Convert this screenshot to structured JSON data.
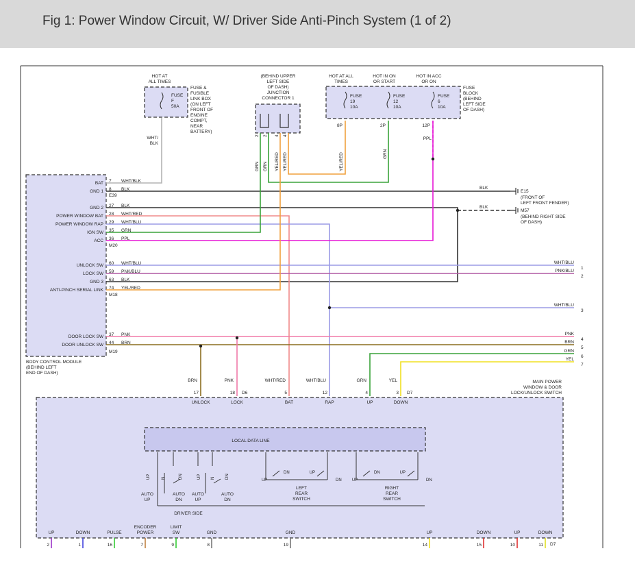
{
  "header": {
    "title": "Fig 1: Power Window Circuit, W/ Driver Side Anti-Pinch System (1 of 2)"
  },
  "wire_colors": {
    "WHT/BLK": "#b4b4b4",
    "BLK": "#333333",
    "WHT/RED": "#f08a8a",
    "WHT/BLU": "#9b9be6",
    "GRN": "#3aa33a",
    "PPL": "#e619d6",
    "PNK/BLU": "#b05aa3",
    "YEL/RED": "#f0a03c",
    "PNK": "#f07aa8",
    "BRN": "#8a6d1e",
    "YEL": "#f0e020",
    "ORN": "#f08c28",
    "PULSE": "#33cc33"
  },
  "top": {
    "hot_at_all_times_1": [
      "HOT AT",
      "ALL TIMES"
    ],
    "fuse_f": [
      "FUSE",
      "F",
      "50A"
    ],
    "fusible_link_box_note": [
      "FUSE &",
      "FUSIBLE",
      "LINK BOX",
      "(ON LEFT",
      "FRONT OF",
      "ENGINE",
      "COMPT,",
      "NEAR",
      "BATTERY)"
    ],
    "wht_blk_label": [
      "WHT/",
      "BLK"
    ],
    "junction_connector_note": [
      "(BEHIND UPPER",
      "LEFT SIDE",
      "OF DASH)",
      "JUNCTION",
      "CONNECTOR 1"
    ],
    "jc_pins": [
      "2",
      "2",
      "4",
      "4"
    ],
    "jc_wires": [
      "GRN",
      "GRN",
      "YEL/RED",
      "YEL/RED"
    ],
    "fuse_block_heads": [
      [
        "HOT AT ALL",
        "TIMES"
      ],
      [
        "HOT IN ON",
        "OR START"
      ],
      [
        "HOT IN ACC",
        "OR ON"
      ]
    ],
    "fuses": [
      [
        "FUSE",
        "19",
        "10A"
      ],
      [
        "FUSE",
        "12",
        "10A"
      ],
      [
        "FUSE",
        "6",
        "10A"
      ]
    ],
    "fuse_pins": [
      "8P",
      "2P",
      "12P"
    ],
    "fuse_block_note": [
      "FUSE",
      "BLOCK",
      "(BEHIND",
      "LEFT SIDE",
      "OF DASH)"
    ],
    "vertical_wire_labels": [
      "YEL/RED",
      "GRN",
      "PPL"
    ]
  },
  "bcm": {
    "pins": [
      {
        "label": "BAT",
        "pin": "7",
        "wire": "WHT/BLK"
      },
      {
        "label": "GND 1",
        "pin": "8",
        "wire": "BLK"
      },
      {
        "label": "GND 2",
        "pin": "27",
        "wire": "BLK"
      },
      {
        "label": "POWER WINDOW BAT",
        "pin": "28",
        "wire": "WHT/RED"
      },
      {
        "label": "POWER WINDOW RAP",
        "pin": "29",
        "wire": "WHT/BLU"
      },
      {
        "label": "IGN SW",
        "pin": "35",
        "wire": "GRN"
      },
      {
        "label": "ACC",
        "pin": "36",
        "wire": "PPL"
      },
      {
        "label": "UNLOCK SW",
        "pin": "60",
        "wire": "WHT/BLU"
      },
      {
        "label": "LOCK SW",
        "pin": "59",
        "wire": "PNK/BLU"
      },
      {
        "label": "GND 3",
        "pin": "63",
        "wire": "BLK"
      },
      {
        "label": "ANTI-PINCH SERIAL LINK",
        "pin": "74",
        "wire": "YEL/RED"
      },
      {
        "label": "DOOR LOCK SW",
        "pin": "37",
        "wire": "PNK"
      },
      {
        "label": "DOOR UNLOCK SW",
        "pin": "44",
        "wire": "BRN"
      }
    ],
    "connectors": [
      "E39",
      "M20",
      "M18",
      "M19"
    ],
    "note": [
      "BODY CONTROL MODULE",
      "(BEHIND LEFT",
      "END OF DASH)"
    ]
  },
  "grounds": {
    "e15": {
      "wire": "BLK",
      "name": "E15",
      "desc": [
        "(FRONT OF",
        "LEFT FRONT FENDER)"
      ]
    },
    "m57": {
      "wire": "BLK",
      "name": "M57",
      "desc": [
        "(BEHIND RIGHT SIDE",
        "OF DASH)"
      ]
    }
  },
  "right_exits": [
    {
      "wire": "WHT/BLU",
      "num": "1"
    },
    {
      "wire": "PNK/BLU",
      "num": "2"
    },
    {
      "wire": "WHT/BLU",
      "num": "3"
    },
    {
      "wire": "PNK",
      "num": "4"
    },
    {
      "wire": "BRN",
      "num": "5"
    },
    {
      "wire": "GRN",
      "num": "6"
    },
    {
      "wire": "YEL",
      "num": "7"
    }
  ],
  "switch": {
    "title": [
      "MAIN POWER",
      "WINDOW & DOOR",
      "LOCK/UNLOCK SWITCH"
    ],
    "top_pins": [
      {
        "wire": "BRN",
        "pin": "17",
        "name": "UNLOCK"
      },
      {
        "wire": "PNK",
        "pin": "18",
        "name": "LOCK"
      },
      {
        "wire": "WHT/RED",
        "pin": "5",
        "name": "BAT"
      },
      {
        "wire": "WHT/BLU",
        "pin": "12",
        "name": "RAP"
      },
      {
        "wire": "GRN",
        "pin": "4",
        "name": "UP"
      },
      {
        "wire": "YEL",
        "pin": "3",
        "name": "DOWN"
      }
    ],
    "d6": "D6",
    "d7": "D7",
    "local_data_line": "LOCAL DATA LINE",
    "driver_side": "DRIVER SIDE",
    "driver_labels": [
      [
        "AUTO",
        "UP"
      ],
      [
        "AUTO",
        "DN"
      ],
      [
        "AUTO",
        "UP"
      ],
      [
        "AUTO",
        "DN"
      ]
    ],
    "driver_small": [
      "UP",
      "N",
      "DN",
      "UP",
      "N",
      "DN"
    ],
    "rear_switches": [
      {
        "labels": [
          "UP",
          "DN",
          "UP",
          "DN"
        ],
        "name": [
          "LEFT",
          "REAR",
          "SWITCH"
        ]
      },
      {
        "labels": [
          "UP",
          "DN",
          "UP",
          "DN"
        ],
        "name": [
          "RIGHT",
          "REAR",
          "SWITCH"
        ]
      }
    ],
    "bottom_pins": [
      {
        "name": [
          "UP"
        ],
        "pin": "2"
      },
      {
        "name": [
          "DOWN"
        ],
        "pin": "1"
      },
      {
        "name": [
          "PULSE"
        ],
        "pin": "16"
      },
      {
        "name": [
          "ENCODER",
          "POWER"
        ],
        "pin": "7"
      },
      {
        "name": [
          "LIMIT",
          "SW"
        ],
        "pin": "9"
      },
      {
        "name": [
          "GND"
        ],
        "pin": "8"
      },
      {
        "name": [
          "GND"
        ],
        "pin": "19"
      },
      {
        "name": [
          "UP"
        ],
        "pin": "14"
      },
      {
        "name": [
          "DOWN"
        ],
        "pin": "15"
      },
      {
        "name": [
          "UP"
        ],
        "pin": "10"
      },
      {
        "name": [
          "DOWN"
        ],
        "pin": "11"
      }
    ],
    "d7_bottom": "D7"
  }
}
